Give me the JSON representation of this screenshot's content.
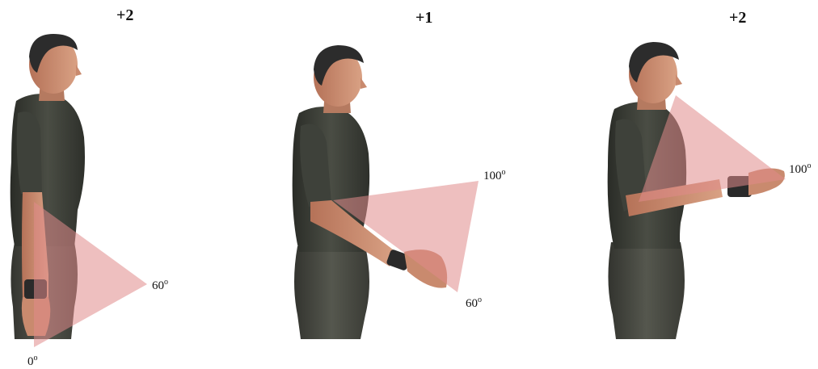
{
  "panels": [
    {
      "score": "+2",
      "angles": [
        {
          "value": "60",
          "unit": "o"
        },
        {
          "value": "0",
          "unit": "o"
        }
      ]
    },
    {
      "score": "+1",
      "angles": [
        {
          "value": "100",
          "unit": "o"
        },
        {
          "value": "60",
          "unit": "o"
        }
      ]
    },
    {
      "score": "+2",
      "angles": [
        {
          "value": "100",
          "unit": "o"
        }
      ]
    }
  ],
  "colors": {
    "wedge": "#e08a8a",
    "shirt": "#3a3d35",
    "skin": "#c98a6e",
    "hair": "#2c2c2c",
    "pants": "#45463f"
  }
}
